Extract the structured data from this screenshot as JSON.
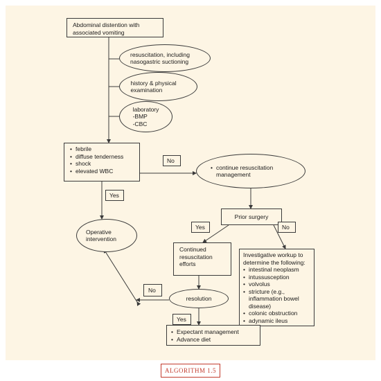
{
  "nodes": {
    "start": "Abdominal distention with associated vomiting",
    "resuscitation": "resuscitation, including nasogastric suctioning",
    "history": "history & physical examination",
    "laboratory": {
      "title": "laboratory",
      "items": [
        "-BMP",
        "-CBC"
      ]
    },
    "criteria": [
      "febrile",
      "diffuse tenderness",
      "shock",
      "elevated WBC"
    ],
    "continue_resuscitation": "continue resuscitation management",
    "operative": "Operative intervention",
    "prior_surgery": "Prior surgery",
    "continued_efforts": "Continued resuscitation efforts",
    "workup": {
      "title": "Investigative workup to determine the following:",
      "items": [
        "intestinal neoplasm",
        "intussusception",
        "volvolus",
        "stricture (e.g., inflammation bowel disease)",
        "colonic obstruction",
        "adynamic ileus"
      ]
    },
    "resolution": "resolution",
    "expectant": [
      "Expectant management",
      "Advance diet"
    ]
  },
  "labels": {
    "no_1": "No",
    "yes_1": "Yes",
    "yes_2": "Yes",
    "no_2": "No",
    "no_3": "No",
    "yes_3": "Yes"
  },
  "caption": "ALGORITHM 1.5",
  "colors": {
    "panel": "#fdf5e4",
    "caption_border": "#c23b2d",
    "line": "#3a3a3a"
  }
}
